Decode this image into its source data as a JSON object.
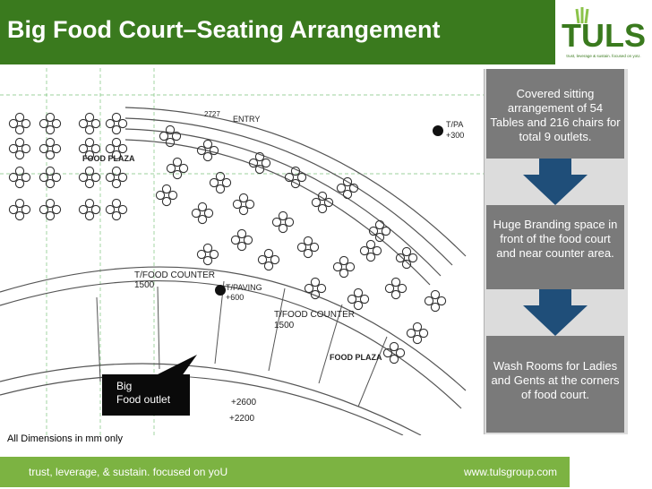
{
  "header": {
    "title": "Big Food Court–Seating Arrangement",
    "bg_color": "#3a7a1e"
  },
  "logo": {
    "wordmark": "TULS",
    "tagline": "trust, leverage & sustain. focused on yoU."
  },
  "floor_plan": {
    "labels": {
      "entry": "ENTRY",
      "food_plaza_top": "FOOD PLAZA",
      "food_plaza_bottom": "FOOD PLAZA",
      "t_food_counter_1": "T/FOOD COUNTER",
      "t_food_counter_1_val": "1500",
      "t_food_counter_2": "T/FOOD COUNTER",
      "t_food_counter_2_val": "1500",
      "t_paving": "T/PAVING",
      "t_paving_val": "+600",
      "t_pa": "T/PA",
      "t_pa_val": "+300",
      "elev_2600": "+2600",
      "elev_2200": "+2200",
      "dim_2727": "2727"
    },
    "dimensions_note": "All Dimensions in mm only"
  },
  "callout": {
    "line1": "Big",
    "line2": "Food outlet"
  },
  "flow": {
    "steps": [
      {
        "text": "Covered sitting arrangement of 54 Tables and 216 chairs for total 9 outlets."
      },
      {
        "text": "Huge Branding space in front of the food court and near counter area."
      },
      {
        "text": "Wash Rooms for Ladies and Gents at the corners of food court."
      }
    ],
    "box_color": "#7a7a7a",
    "arrow_color": "#1f4e79"
  },
  "footer": {
    "left_text": "trust, leverage, & sustain. focused on yoU",
    "right_text": "www.tulsgroup.com",
    "bg_color": "#7cb342"
  }
}
